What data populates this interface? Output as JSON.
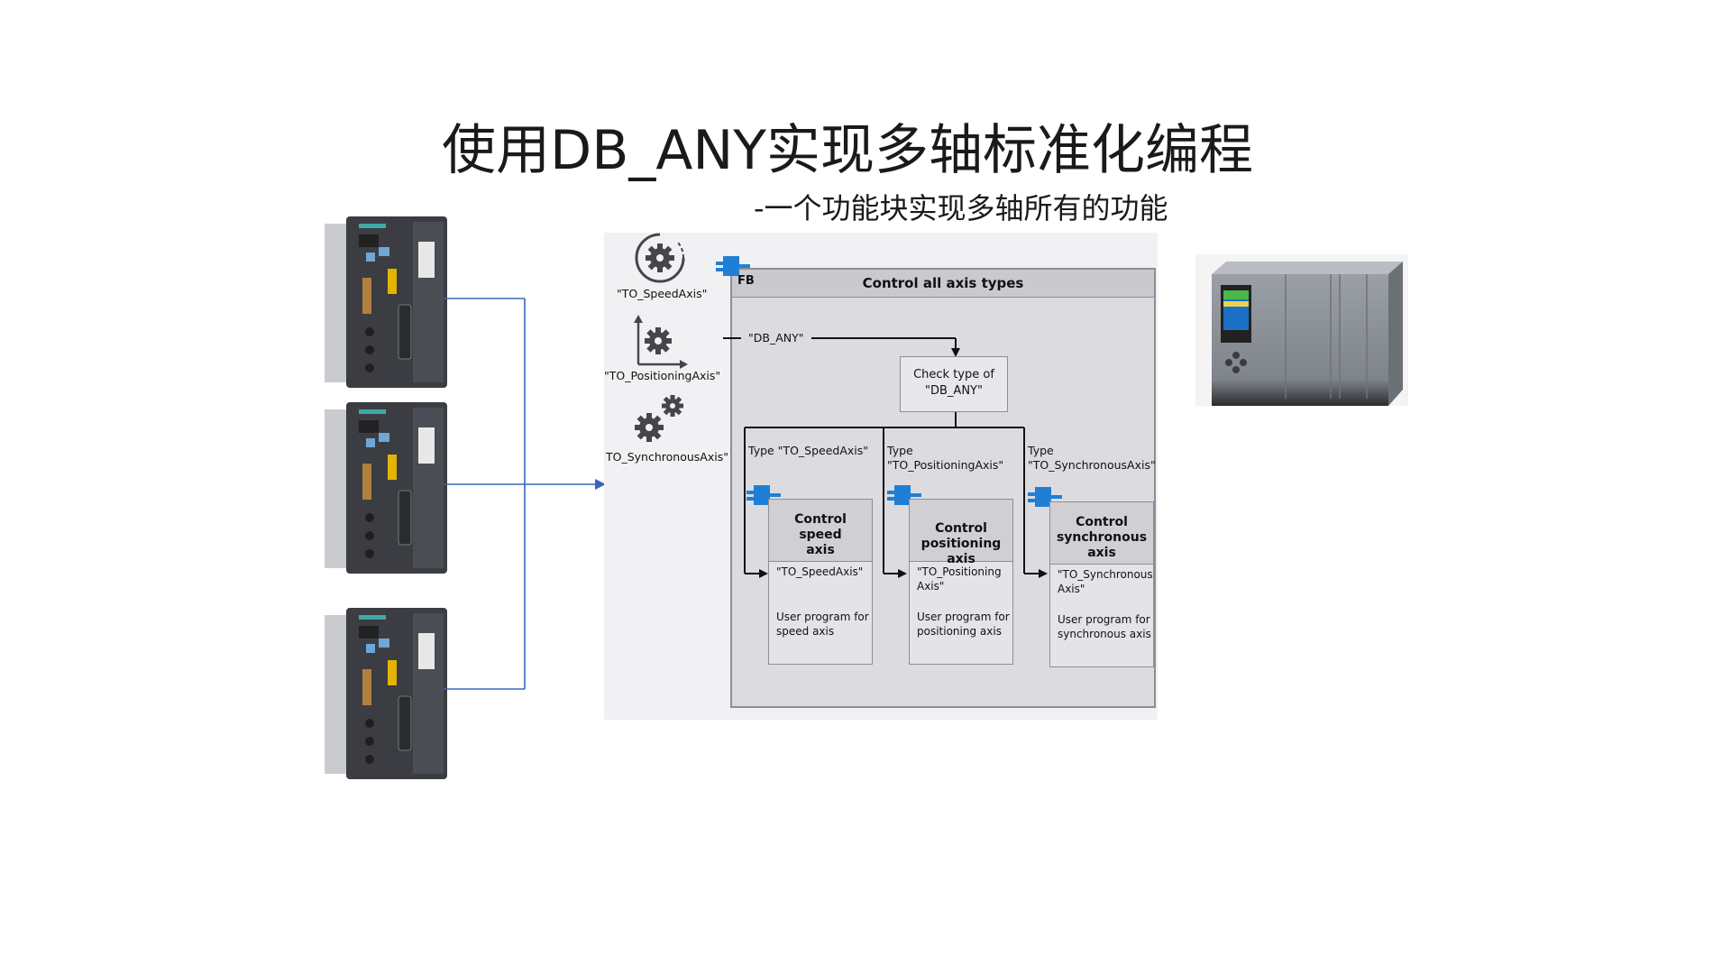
{
  "title": "使用DB_ANY实现多轴标准化编程",
  "subtitle": "-一个功能块实现多轴所有的功能",
  "technology_objects": [
    {
      "label": "\"TO_SpeedAxis\"",
      "icon": "speed-axis-gear-icon"
    },
    {
      "label": "\"TO_PositioningAxis\"",
      "icon": "positioning-axis-gear-icon"
    },
    {
      "label": "TO_SynchronousAxis\"",
      "icon": "synchronous-axis-gears-icon"
    }
  ],
  "main_block": {
    "fb_label": "FB",
    "title": "Control all axis types",
    "input_label": "\"DB_ANY\"",
    "check_line1": "Check type of",
    "check_line2": "\"DB_ANY\""
  },
  "branches": [
    {
      "type_line1": "Type \"TO_SpeedAxis\"",
      "type_line2": "",
      "fb_label": "FB",
      "head_lines": [
        "Control",
        "speed",
        "axis"
      ],
      "param_lines": [
        "\"TO_SpeedAxis\""
      ],
      "desc_lines": [
        "User program for",
        "speed axis"
      ]
    },
    {
      "type_line1": "Type",
      "type_line2": "\"TO_PositioningAxis\"",
      "fb_label": "FB",
      "head_lines": [
        "Control",
        "positioning axis"
      ],
      "param_lines": [
        "\"TO_Positioning",
        "Axis\""
      ],
      "desc_lines": [
        "User program for",
        "positioning axis"
      ]
    },
    {
      "type_line1": "Type",
      "type_line2": "\"TO_SynchronousAxis\"",
      "fb_label": "FB",
      "head_lines": [
        "Control",
        "synchronous",
        "axis"
      ],
      "param_lines": [
        "\"TO_Synchronous",
        "Axis\""
      ],
      "desc_lines": [
        "User program for",
        "synchronous axis"
      ]
    }
  ],
  "colors": {
    "connector_line": "#3a66b8",
    "fb_icon": "#1f7fd6",
    "drive_body": "#3b3d42",
    "plc_body": "#8a9096"
  }
}
